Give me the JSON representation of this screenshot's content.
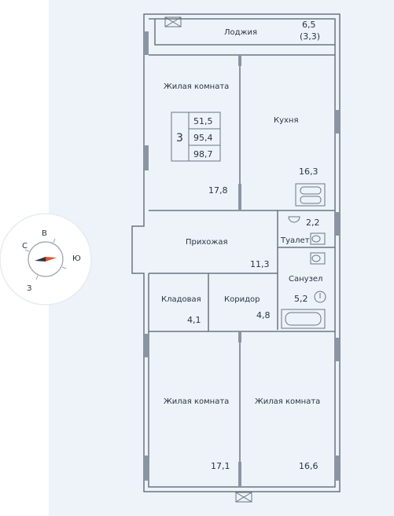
{
  "rooms": {
    "loggia": {
      "label": "Лоджия",
      "area": "6,5",
      "area_extra": "(3,3)"
    },
    "living1": {
      "label": "Жилая комната",
      "area": "17,8"
    },
    "kitchen": {
      "label": "Кухня",
      "area": "16,3"
    },
    "hallway": {
      "label": "Прихожая",
      "area": "11,3"
    },
    "toilet": {
      "label": "Туалет",
      "area": "2,2"
    },
    "bathroom": {
      "label": "Санузел",
      "area": "5,2"
    },
    "storage": {
      "label": "Кладовая",
      "area": "4,1"
    },
    "corridor": {
      "label": "Коридор",
      "area": "4,8"
    },
    "living2": {
      "label": "Жилая комната",
      "area": "17,1"
    },
    "living3": {
      "label": "Жилая комната",
      "area": "16,6"
    }
  },
  "summary": {
    "rooms_count": "3",
    "living_area": "51,5",
    "total_area": "95,4",
    "total_with_loggia": "98,7"
  },
  "compass": {
    "north": "С",
    "east": "В",
    "south": "Ю",
    "west": "З"
  },
  "colors": {
    "wall": "#6b747e",
    "window": "#8a95a3",
    "background": "#eef3fa",
    "arrow_north": "#2b3440",
    "arrow_south": "#e0552b"
  }
}
